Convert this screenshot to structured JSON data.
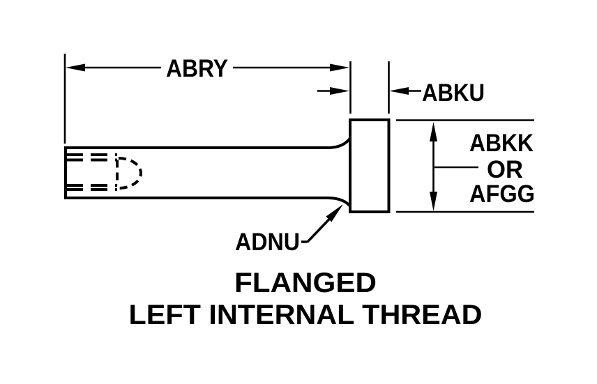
{
  "figure": {
    "caption_line1": "FLANGED",
    "caption_line2": "LEFT INTERNAL THREAD"
  },
  "dimensions": {
    "overall_length": "ABRY",
    "flange_thickness": "ABKU",
    "flange_diameter_primary": "ABKK",
    "flange_diameter_conjunction": "OR",
    "flange_diameter_alternate": "AFGG",
    "fillet": "ADNU"
  },
  "colors": {
    "line": "#000000",
    "background": "#ffffff"
  }
}
